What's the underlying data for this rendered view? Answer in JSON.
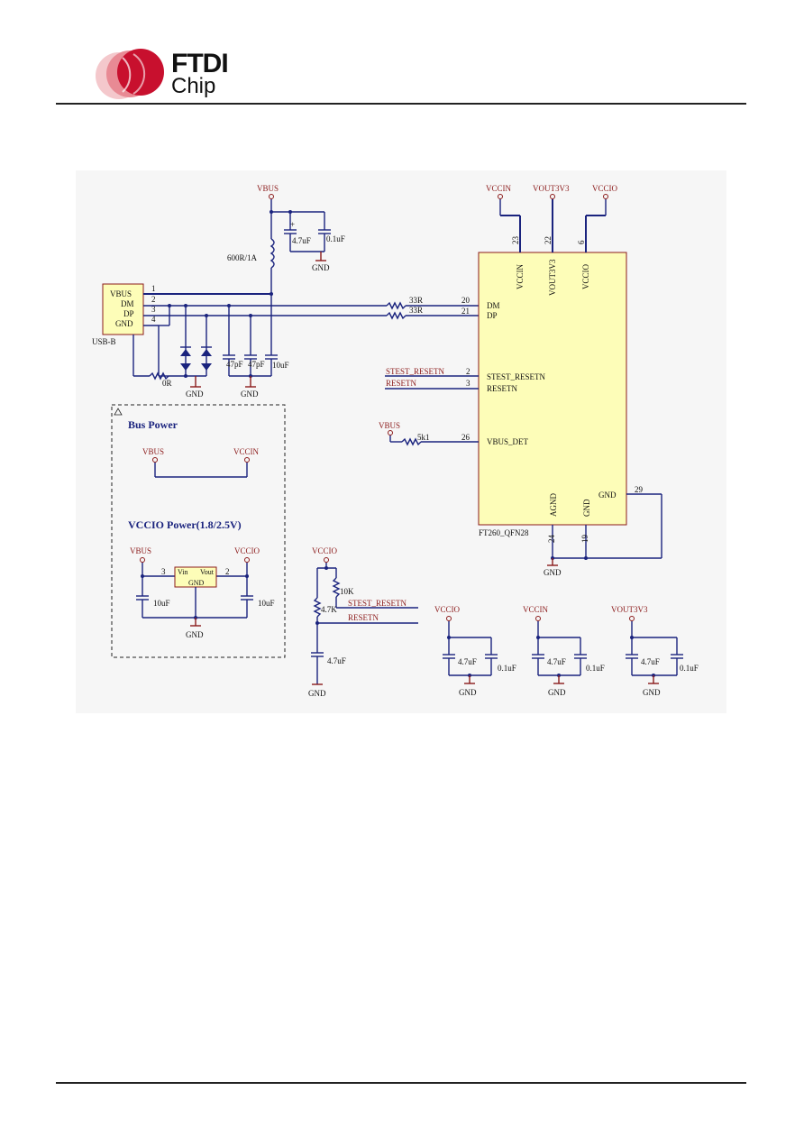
{
  "brand": {
    "word1": "FTDI",
    "word2": "Chip",
    "color_red": "#c8102e"
  },
  "colors": {
    "wire": "#1a237e",
    "net_label": "#8b1a1a",
    "chip_fill": "#fdfdb8",
    "chip_border": "#8b1a1a",
    "background": "#f6f6f6"
  },
  "schematic": {
    "usb": {
      "pins": [
        "VBUS",
        "DM",
        "DP",
        "GND"
      ],
      "pin_numbers": [
        "1",
        "2",
        "3",
        "4"
      ],
      "name": "USB-B"
    },
    "vbus_label": "VBUS",
    "ferrite": "600R/1A",
    "cap_47": "4.7uF",
    "cap_01": "0.1uF",
    "r_dm": "33R",
    "r_dp": "33R",
    "cap_47pf_1": "47pF",
    "cap_47pf_2": "47pF",
    "cap_10uf": "10uF",
    "r_0r": "0R",
    "gnd": "GND",
    "chip": {
      "name": "FT260_QFN28",
      "top_nets": [
        "VCCIN",
        "VOUT3V3",
        "VCCIO"
      ],
      "top_pin_numbers": [
        "23",
        "22",
        "6"
      ],
      "top_pin_names": [
        "VCCIN",
        "VOUT3V3",
        "VCCIO"
      ],
      "left_pins": [
        {
          "num": "20",
          "name": "DM"
        },
        {
          "num": "21",
          "name": "DP"
        },
        {
          "num": "2",
          "name": "STEST_RESETN"
        },
        {
          "num": "3",
          "name": "RESETN"
        },
        {
          "num": "26",
          "name": "VBUS_DET"
        }
      ],
      "bottom_pin_names": [
        "AGND",
        "GND"
      ],
      "bottom_pin_numbers": [
        "24",
        "19"
      ],
      "right_pin_name": "GND",
      "right_pin_number": "29"
    },
    "nets_left": [
      "STEST_RESETN",
      "RESETN"
    ],
    "vbus_det": {
      "label": "VBUS",
      "resistor": "5k1"
    },
    "bus_power": {
      "title": "Bus Power",
      "left": "VBUS",
      "right": "VCCIN"
    },
    "vccio_power": {
      "title": "VCCIO Power(1.8/2.5V)",
      "left": "VBUS",
      "right": "VCCIO",
      "pin_in": "3",
      "pin_out": "2",
      "reg_vin": "Vin",
      "reg_vout": "Vout",
      "reg_gnd": "GND",
      "cap_in": "10uF",
      "cap_out": "10uF",
      "gnd": "GND"
    },
    "reset": {
      "vccio": "VCCIO",
      "r_10k": "10K",
      "r_47k": "4.7K",
      "net1": "STEST_RESETN",
      "net2": "RESETN",
      "cap": "4.7uF",
      "gnd": "GND"
    },
    "decoupling": [
      {
        "net": "VCCIO",
        "c1": "4.7uF",
        "c2": "0.1uF",
        "gnd": "GND"
      },
      {
        "net": "VCCIN",
        "c1": "4.7uF",
        "c2": "0.1uF",
        "gnd": "GND"
      },
      {
        "net": "VOUT3V3",
        "c1": "4.7uF",
        "c2": "0.1uF",
        "gnd": "GND"
      }
    ]
  }
}
